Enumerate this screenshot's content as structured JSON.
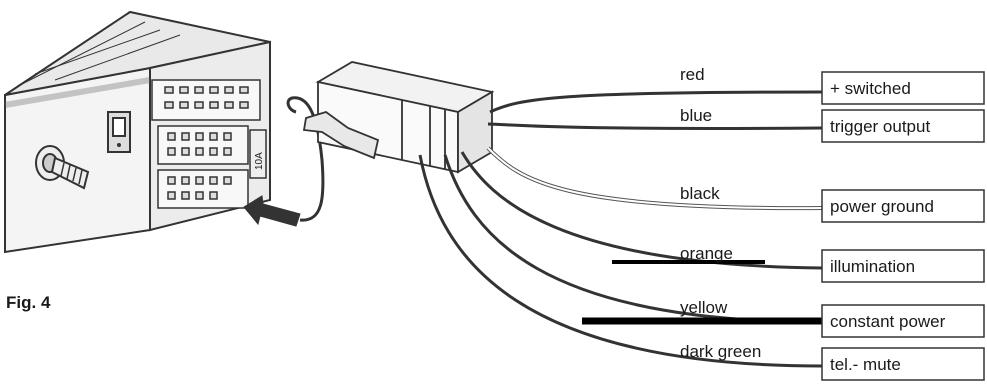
{
  "figure": {
    "caption": "Fig. 4",
    "fuse_rating": "10A"
  },
  "wires": [
    {
      "color_name": "red",
      "terminal": "+ switched",
      "stroke": "#333333"
    },
    {
      "color_name": "blue",
      "terminal": "trigger output",
      "stroke": "#333333"
    },
    {
      "color_name": "black",
      "terminal": "power ground",
      "stroke": "#9a9a9a"
    },
    {
      "color_name": "orange",
      "terminal": "illumination",
      "stroke": "#333333"
    },
    {
      "color_name": "yellow",
      "terminal": "constant power",
      "stroke": "#333333"
    },
    {
      "color_name": "dark green",
      "terminal": "tel.- mute",
      "stroke": "#333333"
    }
  ]
}
